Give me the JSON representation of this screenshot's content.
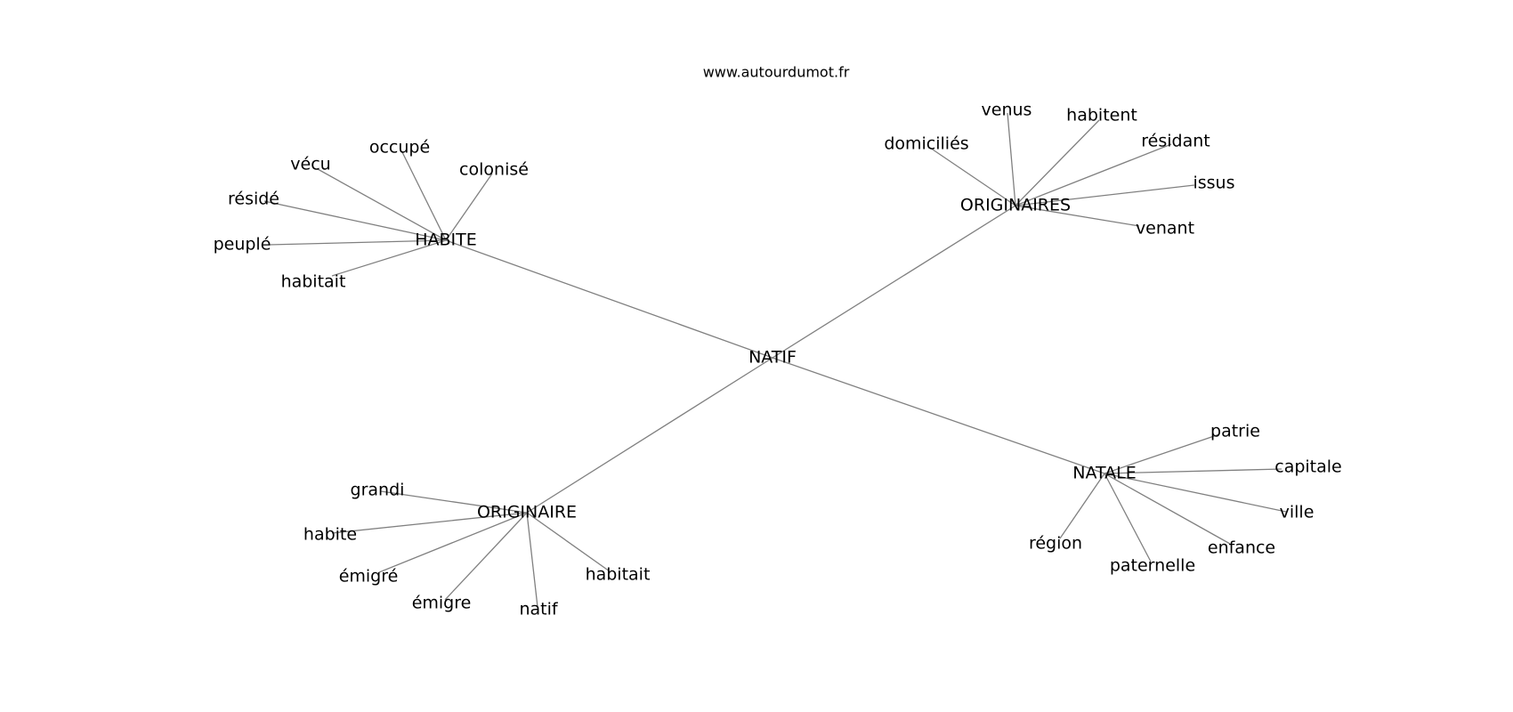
{
  "site": "www.autourdumot.fr",
  "center": "NATIF",
  "groups": [
    {
      "id": "habite",
      "label": "HABITE",
      "leaves": [
        "occupé",
        "vécu",
        "colonisé",
        "résidé",
        "peuplé",
        "habitait"
      ]
    },
    {
      "id": "originaires",
      "label": "ORIGINAIRES",
      "leaves": [
        "venus",
        "habitent",
        "domiciliés",
        "résidant",
        "issus",
        "venant"
      ]
    },
    {
      "id": "originaire",
      "label": "ORIGINAIRE",
      "leaves": [
        "grandi",
        "habite",
        "émigré",
        "émigre",
        "natif",
        "habitait"
      ]
    },
    {
      "id": "natale",
      "label": "NATALE",
      "leaves": [
        "patrie",
        "capitale",
        "ville",
        "enfance",
        "paternelle",
        "région"
      ]
    }
  ]
}
